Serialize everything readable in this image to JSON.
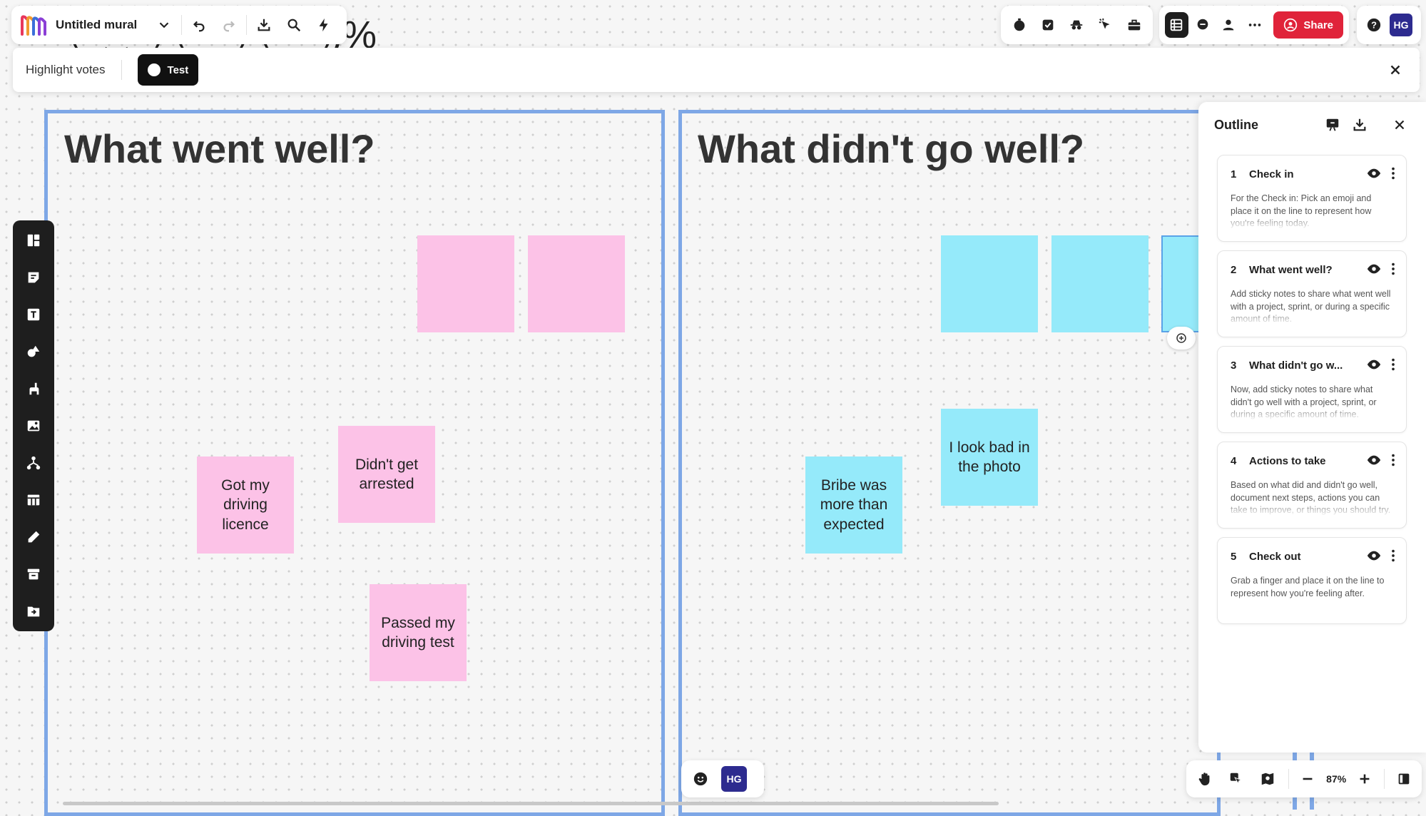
{
  "app": {
    "title": "Untitled mural"
  },
  "canvas": {
    "decor_left": "(•‿•)(••)(••)",
    "decor_right": ")%"
  },
  "highlight_bar": {
    "label": "Highlight votes",
    "toggle_label": "Test"
  },
  "topbar": {
    "share_label": "Share",
    "avatar_initials": "HG"
  },
  "frames": [
    {
      "title": "What went well?",
      "stickies": [
        {
          "text": ""
        },
        {
          "text": ""
        },
        {
          "text": "Got my driving licence"
        },
        {
          "text": "Didn't get arrested"
        },
        {
          "text": "Passed my driving test"
        }
      ]
    },
    {
      "title": "What didn't go well?",
      "stickies": [
        {
          "text": ""
        },
        {
          "text": ""
        },
        {
          "text": ""
        },
        {
          "text": "Bribe was more than expected"
        },
        {
          "text": "I look bad in the photo"
        }
      ]
    }
  ],
  "outline": {
    "title": "Outline",
    "items": [
      {
        "num": "1",
        "title": "Check in",
        "desc": "For the Check in:  Pick an emoji and place it on the line to represent how you're feeling today."
      },
      {
        "num": "2",
        "title": "What went well?",
        "desc": "Add sticky notes to share what went well with a project, sprint, or during a specific amount of time."
      },
      {
        "num": "3",
        "title": "What didn't go w...",
        "desc": "Now, add sticky notes to share what didn't go well with a project, sprint, or during a specific amount of time."
      },
      {
        "num": "4",
        "title": "Actions to take",
        "desc": "Based on what did and didn't go well, document next steps, actions you can take to improve, or things you should try."
      },
      {
        "num": "5",
        "title": "Check out",
        "desc": "Grab a finger and place it on the line to represent how you're feeling after."
      }
    ]
  },
  "bottom": {
    "zoom": "87%",
    "avatar_initials": "HG"
  },
  "colors": {
    "share": "#e0233a",
    "frame_border": "#7ea7e6",
    "sticky_pink": "#fcc2e7",
    "sticky_cyan": "#95eafa",
    "avatar": "#2d2b8f"
  },
  "icons": {
    "left_toolbar": [
      "templates-icon",
      "sticky-note-icon",
      "text-icon",
      "shapes-icon",
      "icons-llama-icon",
      "image-icon",
      "diagram-icon",
      "table-icon",
      "pen-icon",
      "archive-icon",
      "import-icon"
    ],
    "top_tools": [
      "timer-icon",
      "voting-icon",
      "private-mode-icon",
      "summon-icon",
      "toolbox-icon"
    ]
  }
}
